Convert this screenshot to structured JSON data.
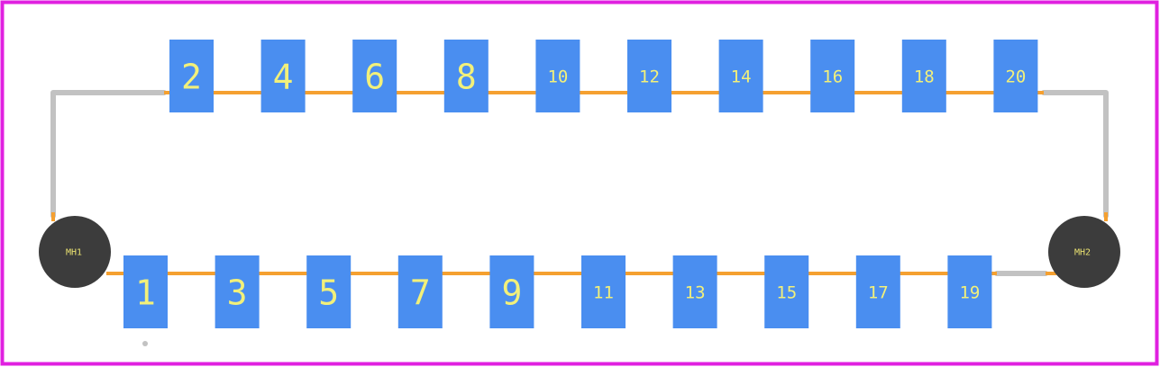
{
  "colors": {
    "border": "#e020e0",
    "pad": "#4a8ef0",
    "pad_text": "#f2f07a",
    "trace": "#f5a030",
    "outline": "#c2c2c2",
    "hole": "#3c3c3c",
    "hole_text": "#e8e070",
    "background": "#ffffff"
  },
  "top_row": {
    "pads": [
      "2",
      "4",
      "6",
      "8",
      "10",
      "12",
      "14",
      "16",
      "18",
      "20"
    ]
  },
  "bottom_row": {
    "pads": [
      "1",
      "3",
      "5",
      "7",
      "9",
      "11",
      "13",
      "15",
      "17",
      "19"
    ]
  },
  "mounting_holes": {
    "left": "MH1",
    "right": "MH2"
  }
}
